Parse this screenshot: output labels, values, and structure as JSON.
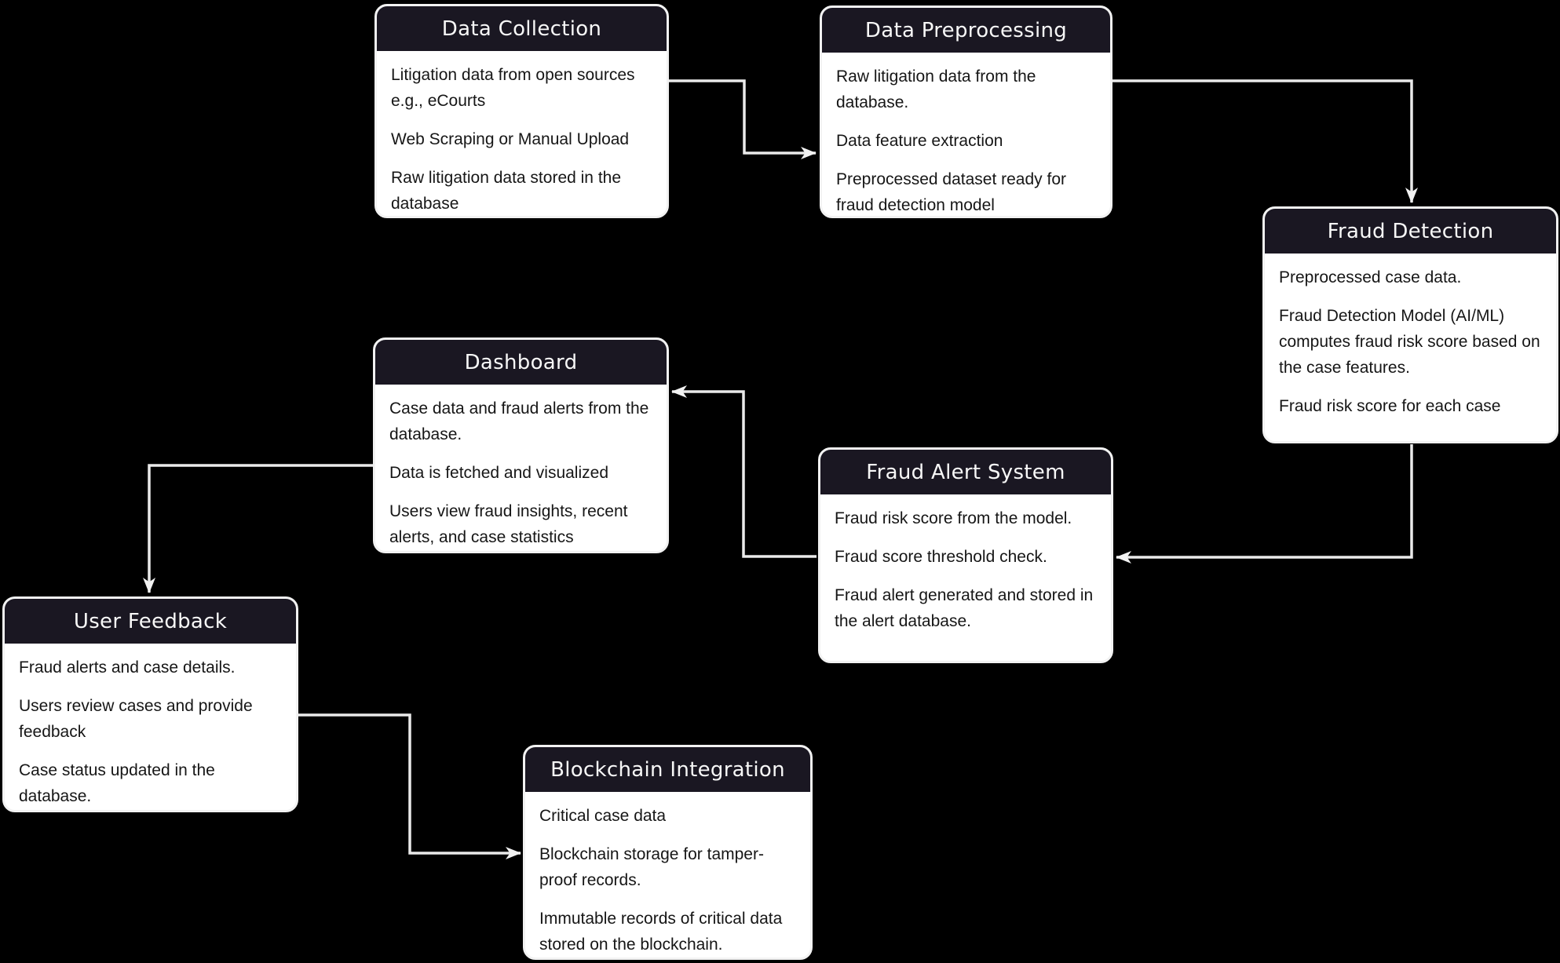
{
  "diagram": {
    "colors": {
      "canvas_bg": "#000000",
      "node_header_bg": "#1a1722",
      "node_header_text": "#f7f7f7",
      "node_body_bg": "#ffffff",
      "node_border": "#f2f2f2",
      "node_body_text": "#161616",
      "arrow": "#eaeaea"
    },
    "nodes": [
      {
        "id": "data-collection",
        "title": "Data Collection",
        "paragraphs": [
          "Litigation data from open sources e.g., eCourts",
          "Web Scraping or Manual Upload",
          "Raw litigation data stored in the database"
        ]
      },
      {
        "id": "data-preprocessing",
        "title": "Data Preprocessing",
        "paragraphs": [
          "Raw litigation data from the database.",
          "Data feature extraction",
          "Preprocessed dataset ready for fraud detection model"
        ]
      },
      {
        "id": "fraud-detection",
        "title": "Fraud Detection",
        "paragraphs": [
          "Preprocessed case data.",
          "Fraud Detection Model (AI/ML) computes fraud risk score based on the case features.",
          "Fraud risk score for each case"
        ]
      },
      {
        "id": "dashboard",
        "title": "Dashboard",
        "paragraphs": [
          "Case data and fraud alerts from the database.",
          "Data is fetched and visualized",
          "Users view fraud insights, recent alerts, and case statistics"
        ]
      },
      {
        "id": "fraud-alert-system",
        "title": "Fraud Alert System",
        "paragraphs": [
          "Fraud risk score from the model.",
          "Fraud score threshold check.",
          "Fraud alert generated and stored in the alert database."
        ]
      },
      {
        "id": "user-feedback",
        "title": "User Feedback",
        "paragraphs": [
          "Fraud alerts and case details.",
          "Users  review cases and provide feedback",
          "Case status updated in the database."
        ]
      },
      {
        "id": "blockchain-integration",
        "title": "Blockchain Integration",
        "paragraphs": [
          "Critical case data",
          "Blockchain storage for tamper-proof records.",
          "Immutable records of critical data stored on the blockchain."
        ]
      }
    ],
    "edges": [
      {
        "from": "data-collection",
        "to": "data-preprocessing"
      },
      {
        "from": "data-preprocessing",
        "to": "fraud-detection"
      },
      {
        "from": "fraud-detection",
        "to": "fraud-alert-system"
      },
      {
        "from": "fraud-alert-system",
        "to": "dashboard"
      },
      {
        "from": "dashboard",
        "to": "user-feedback"
      },
      {
        "from": "user-feedback",
        "to": "blockchain-integration"
      }
    ]
  }
}
